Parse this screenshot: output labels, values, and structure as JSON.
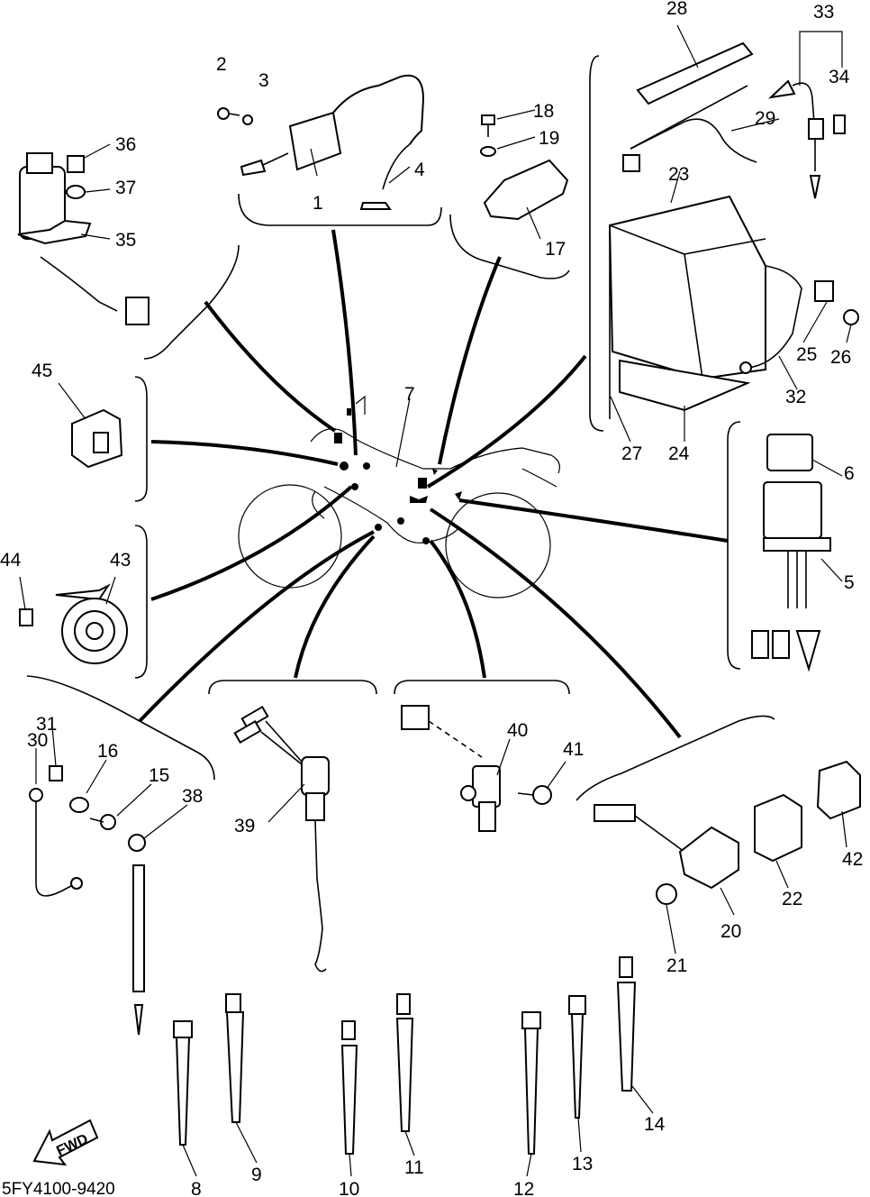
{
  "diagram": {
    "code": "5FY4100-9420",
    "fwd_label": "FWD",
    "part_labels": [
      "1",
      "2",
      "3",
      "4",
      "5",
      "6",
      "7",
      "8",
      "9",
      "10",
      "11",
      "12",
      "13",
      "14",
      "15",
      "16",
      "17",
      "18",
      "19",
      "20",
      "21",
      "22",
      "23",
      "24",
      "25",
      "26",
      "27",
      "28",
      "29",
      "30",
      "31",
      "32",
      "33",
      "34",
      "35",
      "36",
      "37",
      "38",
      "39",
      "40",
      "41",
      "42",
      "43",
      "44",
      "45"
    ]
  }
}
